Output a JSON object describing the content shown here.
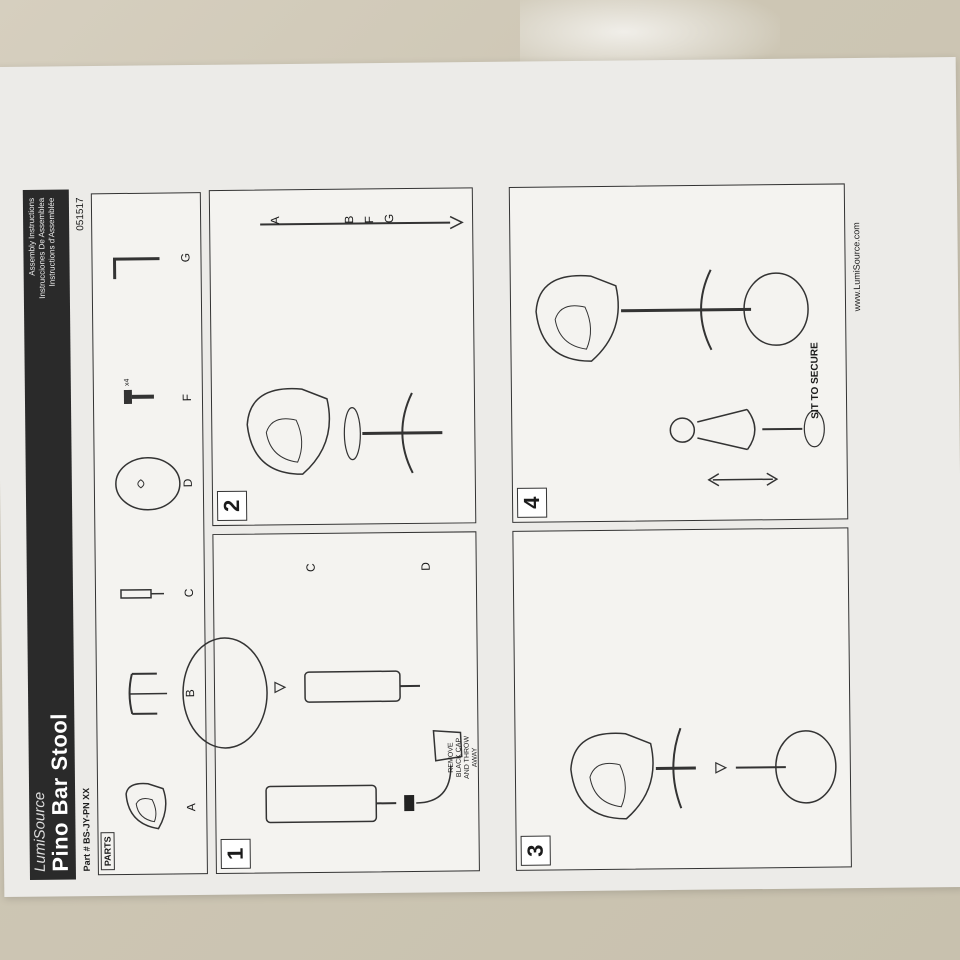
{
  "header": {
    "brand": "LumiSource",
    "title": "Pino Bar Stool",
    "instructions_line1": "Assembly Instructions",
    "instructions_line2": "Instrucciones De Assemblea",
    "instructions_line3": "Instructions d'Assemblée",
    "part_label": "Part #  BS-JY-PN XX",
    "part_code": "051517"
  },
  "parts": {
    "label": "PARTS",
    "items": [
      "A",
      "B",
      "C",
      "D",
      "F",
      "G"
    ],
    "f_quantity": "x4"
  },
  "steps": [
    {
      "number": "1",
      "labels": [
        "C",
        "D"
      ],
      "note": "REMOVE BLACK CAP AND THROW AWAY"
    },
    {
      "number": "2",
      "labels": [
        "A",
        "B",
        "F",
        "G"
      ]
    },
    {
      "number": "3"
    },
    {
      "number": "4",
      "note": "SIT TO SECURE"
    }
  ],
  "footer": {
    "url": "www.LumiSource.com"
  }
}
